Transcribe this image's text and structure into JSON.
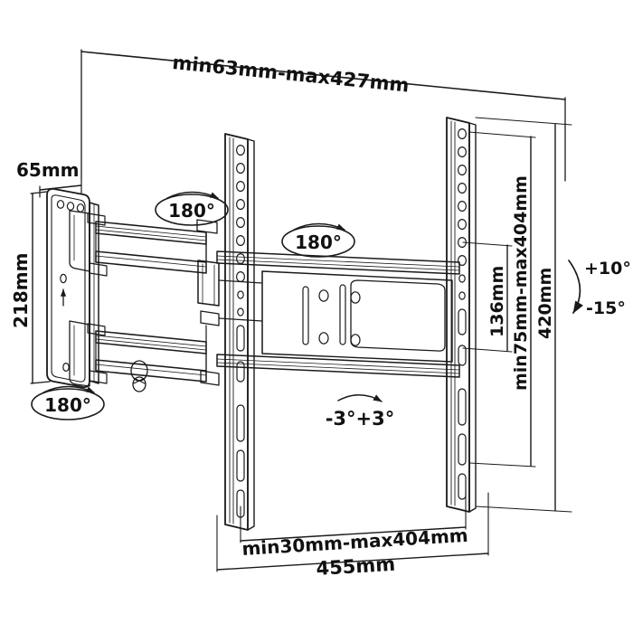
{
  "diagram": {
    "title": "TV Wall Mount Bracket Technical Drawing",
    "type": "full-motion articulating wall mount",
    "units": "mm",
    "stroke_color": "#1a1a1a",
    "background_color": "#ffffff"
  },
  "dimensions": {
    "top_extension": {
      "label": "min63mm-max427mm",
      "name": "wall-to-screen-depth-range",
      "min": 63,
      "max": 427,
      "orientation": "horizontal-top"
    },
    "wall_plate_depth": {
      "label": "65mm",
      "name": "wall-plate-depth",
      "value": 65,
      "orientation": "horizontal-left"
    },
    "wall_plate_height": {
      "label": "218mm",
      "name": "wall-plate-height",
      "value": 218,
      "orientation": "vertical-left"
    },
    "bracket_hole_spacing": {
      "label": "136mm",
      "name": "vesa-vertical-hole-spacing",
      "value": 136,
      "orientation": "vertical-right"
    },
    "vesa_vertical_range": {
      "label": "min75mm-max404mm",
      "name": "vesa-vertical-range",
      "min": 75,
      "max": 404,
      "orientation": "vertical-right"
    },
    "overall_height": {
      "label": "420mm",
      "name": "overall-height",
      "value": 420,
      "orientation": "vertical-right"
    },
    "vesa_horizontal_range": {
      "label": "min30mm-max404mm",
      "name": "vesa-horizontal-range",
      "min": 30,
      "max": 404,
      "orientation": "horizontal-bottom"
    },
    "overall_width": {
      "label": "455mm",
      "name": "overall-width",
      "value": 455,
      "orientation": "horizontal-bottom"
    }
  },
  "motion_callouts": {
    "swivel_wall_joint": {
      "label": "180°",
      "name": "swivel-wall-joint",
      "style": "ellipse"
    },
    "swivel_mid_joint": {
      "label": "180°",
      "name": "swivel-mid-joint",
      "style": "ellipse"
    },
    "swivel_arm_joint": {
      "label": "180°",
      "name": "swivel-arm-joint",
      "style": "ellipse"
    },
    "rotation": {
      "label": "-3°+3°",
      "name": "screen-rotation-range",
      "min": -3,
      "max": 3,
      "style": "arc-arrow"
    },
    "tilt": {
      "up_label": "+10°",
      "down_label": "-15°",
      "name": "screen-tilt-range",
      "up": 10,
      "down": -15,
      "style": "arc-arrow"
    }
  },
  "components": {
    "wall_plate": {
      "name": "wall-plate",
      "top_holes": 3,
      "bottom_holes": 1,
      "marking": "up-arrow"
    },
    "arm_upper": {
      "name": "upper-articulating-arm"
    },
    "arm_lower": {
      "name": "lower-articulating-arm"
    },
    "rail_left": {
      "name": "left-vertical-rail",
      "round_holes": 12,
      "slots": 5
    },
    "rail_right": {
      "name": "right-vertical-rail",
      "round_holes": 12,
      "slots": 5
    },
    "center_plate": {
      "name": "center-mounting-plate",
      "round_holes": 4,
      "vertical_slots": 2
    },
    "cable_hook": {
      "name": "cable-hook-loop"
    }
  }
}
